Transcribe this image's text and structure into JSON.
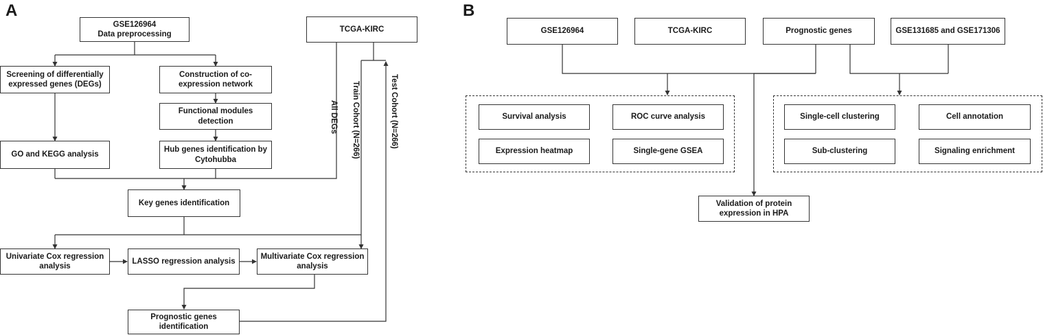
{
  "panel_a": {
    "label": "A",
    "gse": "GSE126964\nData preprocessing",
    "tcga": "TCGA-KIRC",
    "screening": "Screening of differentially\nexpressed genes (DEGs)",
    "coexpr": "Construction of co-\nexpression network",
    "modules": "Functional modules\ndetection",
    "go_kegg": "GO and KEGG analysis",
    "hub": "Hub genes identification by\nCytohubba",
    "key_genes": "Key genes identification",
    "univariate": "Univariate Cox regression\nanalysis",
    "lasso": "LASSO regression analysis",
    "multivariate": "Multivariate Cox regression\nanalysis",
    "prognostic_id": "Prognostic genes\nidentification",
    "all_degs": "All DEGs",
    "train_cohort": "Train Cohort (N=266)",
    "test_cohort": "Test Cohort (N=266)"
  },
  "panel_b": {
    "label": "B",
    "gse126964": "GSE126964",
    "tcga": "TCGA-KIRC",
    "prognostic": "Prognostic genes",
    "gse131685": "GSE131685 and GSE171306",
    "survival": "Survival analysis",
    "roc": "ROC curve analysis",
    "heatmap": "Expression heatmap",
    "gsea": "Single-gene GSEA",
    "clustering": "Single-cell clustering",
    "annotation": "Cell annotation",
    "subclustering": "Sub-clustering",
    "signaling": "Signaling enrichment",
    "validation": "Validation of protein\nexpression in HPA"
  }
}
